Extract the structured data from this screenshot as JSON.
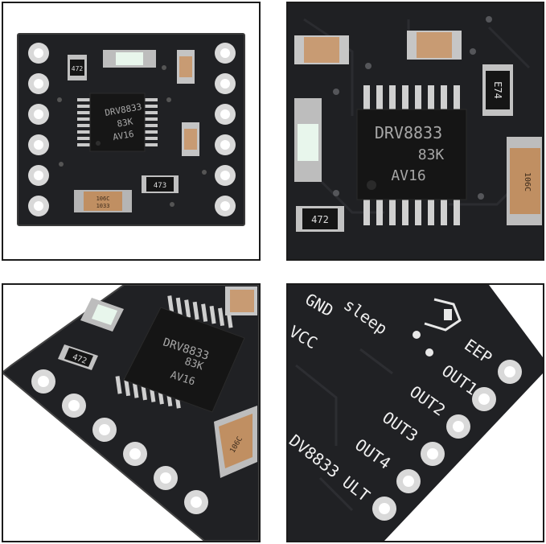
{
  "panels": [
    {
      "id": "top-left",
      "view": "full board"
    },
    {
      "id": "top-right",
      "view": "closeup chip"
    },
    {
      "id": "bottom-left",
      "view": "angled chip"
    },
    {
      "id": "bottom-right",
      "view": "pin labels"
    }
  ],
  "chip": {
    "line1": "DRV8833",
    "line2": "83K",
    "line3": "AV16"
  },
  "resistors": {
    "r1": "472",
    "r2": "473",
    "r3": "E74"
  },
  "capacitor": {
    "code1": "106C",
    "code2": "1033"
  },
  "pin_labels": {
    "gnd": "GND",
    "sleep": "sleep",
    "vcc": "VCC",
    "eep": "EEP",
    "out1": "OUT1",
    "out2": "OUT2",
    "out3": "OUT3",
    "out4": "OUT4",
    "board_name": "DV8833 ULT"
  },
  "colors": {
    "pcb": "#202124",
    "pad": "#cfcfcf",
    "led": "#e8f6ec",
    "cap": "#c08f62"
  }
}
